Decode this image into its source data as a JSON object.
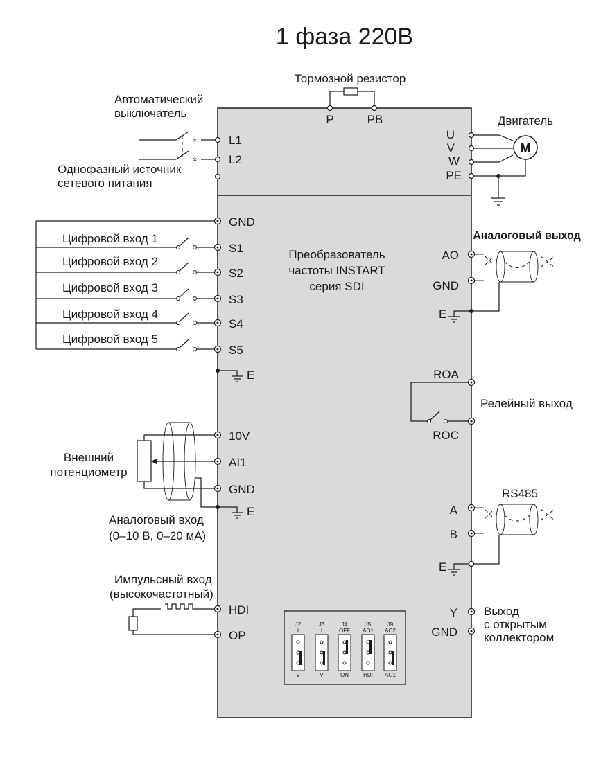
{
  "title": "1 фаза 220В",
  "brake": {
    "label": "Тормозной резистор",
    "p": "P",
    "pb": "PB"
  },
  "breaker": {
    "line1": "Автоматический",
    "line2": "выключатель"
  },
  "power_source": {
    "line1": "Однофазный источник",
    "line2": "сетевого питания"
  },
  "power_terminals": [
    "L1",
    "L2"
  ],
  "motor": {
    "label": "Двигатель",
    "symbol": "M",
    "terminals": [
      "U",
      "V",
      "W",
      "PE"
    ]
  },
  "converter": {
    "line1": "Преобразователь",
    "line2": "частоты INSTART",
    "line3": "серия SDI"
  },
  "digital_inputs": {
    "gnd": "GND",
    "labels": [
      "Цифровой вход 1",
      "Цифровой вход 2",
      "Цифровой вход 3",
      "Цифровой вход 4",
      "Цифровой вход 5"
    ],
    "terminals": [
      "S1",
      "S2",
      "S3",
      "S4",
      "S5"
    ],
    "earth": "E"
  },
  "potentiometer": {
    "line1": "Внешний",
    "line2": "потенциометр"
  },
  "analog_in": {
    "terminals": [
      "10V",
      "AI1",
      "GND"
    ],
    "earth": "E",
    "line1": "Аналоговый вход",
    "line2": "(0–10 В, 0–20 мА)"
  },
  "pulse_in": {
    "line1": "Импульсный вход",
    "line2": "(высокочастотный)",
    "terminals": [
      "HDI",
      "OP"
    ]
  },
  "analog_out": {
    "label": "Аналоговый выход",
    "terminals": [
      "AO",
      "GND"
    ],
    "earth": "E"
  },
  "relay": {
    "terminals": [
      "ROA",
      "ROC"
    ],
    "label": "Релейный выход"
  },
  "rs485": {
    "label": "RS485",
    "terminals": [
      "A",
      "B"
    ],
    "earth": "E"
  },
  "open_collector": {
    "terminals": [
      "Y",
      "GND"
    ],
    "line1": "Выход",
    "line2": "с открытым",
    "line3": "коллектором"
  },
  "jumpers": [
    {
      "name": "J2",
      "top": "I",
      "bottom": "V"
    },
    {
      "name": "J3",
      "top": "I",
      "bottom": "V"
    },
    {
      "name": "J4",
      "top": "OFF",
      "bottom": "ON"
    },
    {
      "name": "J5",
      "top": "AO1",
      "bottom": "HDI"
    },
    {
      "name": "J9",
      "top": "AO2",
      "bottom": "AO1"
    }
  ],
  "colors": {
    "panel": "#dadadb",
    "line": "#1a1a1a",
    "background": "#ffffff"
  }
}
